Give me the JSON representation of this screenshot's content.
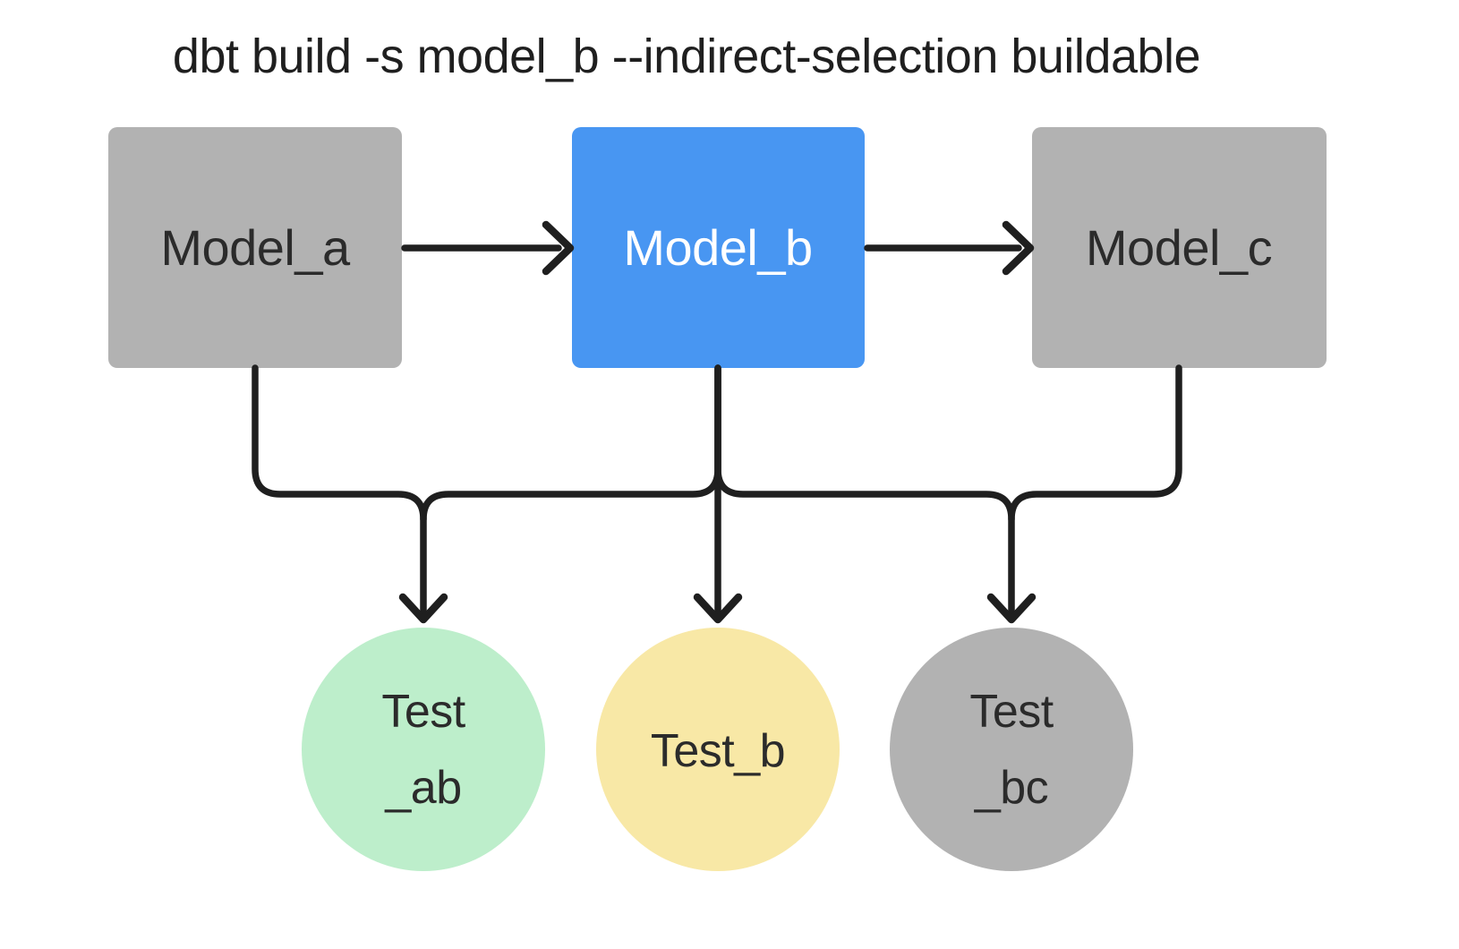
{
  "title": "dbt build -s model_b --indirect-selection buildable",
  "colors": {
    "background": "#FFFFFF",
    "model_gray": "#B2B2B2",
    "model_blue": "#4896F2",
    "test_green": "#BDEECB",
    "test_yellow": "#F8E8A6",
    "test_gray": "#B2B2B2",
    "line": "#1F1F1F",
    "text_dark": "#2B2B2B",
    "text_light": "#FFFFFF"
  },
  "nodes": {
    "model_a": {
      "label": "Model_a",
      "type": "model",
      "state": "unselected"
    },
    "model_b": {
      "label": "Model_b",
      "type": "model",
      "state": "selected"
    },
    "model_c": {
      "label": "Model_c",
      "type": "model",
      "state": "unselected"
    },
    "test_ab": {
      "line1": "Test",
      "line2": "_ab",
      "type": "test",
      "state": "built"
    },
    "test_b": {
      "label": "Test_b",
      "type": "test",
      "state": "warn"
    },
    "test_bc": {
      "line1": "Test",
      "line2": "_bc",
      "type": "test",
      "state": "skipped"
    }
  },
  "edges": [
    "model_a->model_b",
    "model_b->model_c",
    "model_a->test_ab",
    "model_b->test_ab",
    "model_b->test_b",
    "model_b->test_bc",
    "model_c->test_bc"
  ]
}
